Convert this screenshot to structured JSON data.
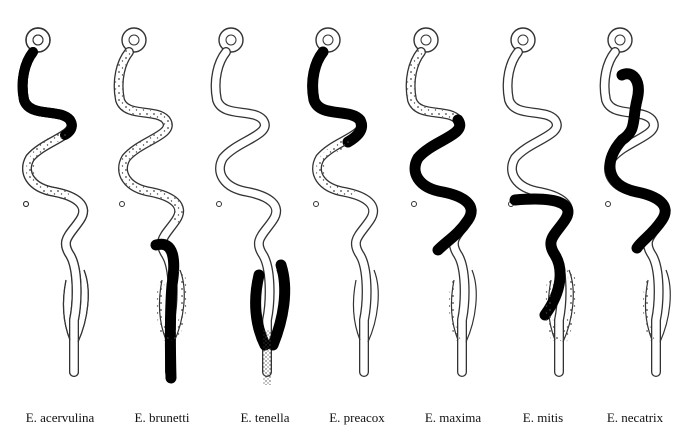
{
  "species": [
    {
      "id": "acervulina",
      "label": "E. acervulina"
    },
    {
      "id": "brunetti",
      "label": "E. brunetti"
    },
    {
      "id": "tenella",
      "label": "E. tenella"
    },
    {
      "id": "preacox",
      "label": "E. preacox"
    },
    {
      "id": "maxima",
      "label": "E. maxima"
    },
    {
      "id": "mitis",
      "label": "E. mitis"
    },
    {
      "id": "necatrix",
      "label": "E. necatrix"
    }
  ],
  "colors": {
    "outline": "#333333",
    "lesion": "#000000",
    "stipple": "#444444",
    "background": "#ffffff"
  }
}
